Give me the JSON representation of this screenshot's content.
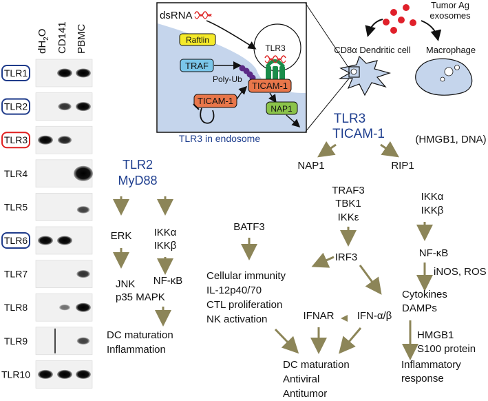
{
  "gel": {
    "lanes": {
      "dh2o_main": "dH",
      "dh2o_sub": "2",
      "dh2o_tail": "O",
      "cd141": "CD141",
      "pbmc": "PBMC"
    },
    "rows": [
      {
        "label": "TLR1",
        "highlight": "blue",
        "bands": [
          0,
          1,
          1
        ]
      },
      {
        "label": "TLR2",
        "highlight": "blue",
        "bands": [
          0,
          0.7,
          1
        ]
      },
      {
        "label": "TLR3",
        "highlight": "red",
        "bands": [
          1,
          0.8,
          0
        ]
      },
      {
        "label": "TLR4",
        "highlight": "none",
        "bands": [
          0,
          0,
          1
        ]
      },
      {
        "label": "TLR5",
        "highlight": "none",
        "bands": [
          0,
          0,
          0.6
        ]
      },
      {
        "label": "TLR6",
        "highlight": "blue",
        "bands": [
          1,
          1,
          0
        ]
      },
      {
        "label": "TLR7",
        "highlight": "none",
        "bands": [
          0,
          0,
          0.7
        ]
      },
      {
        "label": "TLR8",
        "highlight": "none",
        "bands": [
          0,
          0.3,
          1
        ]
      },
      {
        "label": "TLR9",
        "highlight": "none",
        "bands": [
          0,
          0,
          0.6
        ]
      },
      {
        "label": "TLR10",
        "highlight": "none",
        "bands": [
          1,
          1,
          1
        ]
      }
    ]
  },
  "endosome": {
    "dsrna": "dsRNA",
    "raftlin": "Raftlin",
    "tlr3": "TLR3",
    "traf": "TRAF",
    "polyub": "Poly-Ub",
    "ticam_upper": "TICAM-1",
    "ticam_lower": "TICAM-1",
    "nap1": "NAP1",
    "caption": "TLR3 in endosome"
  },
  "cells": {
    "exosome_line1": "Tumor Ag",
    "exosome_line2": "exosomes",
    "dendritic": "CD8α Dendritic cell",
    "macrophage": "Macrophage"
  },
  "tlr2_path": {
    "title1": "TLR2",
    "title2": "MyD88",
    "erk": "ERK",
    "ikka": "IKKα",
    "ikkb": "IKKβ",
    "jnk": "JNK",
    "p35": "p35 MAPK",
    "nfkb": "NF-κB",
    "dc1": "DC maturation",
    "dc2": "Inflammation"
  },
  "tlr3_path": {
    "title1": "TLR3",
    "title2": "TICAM-1",
    "hmgb_dna": "(HMGB1, DNA)",
    "nap1": "NAP1",
    "rip1": "RIP1",
    "traf3": "TRAF3",
    "tbk1": "TBK1",
    "ikke": "IKKε",
    "batf3": "BATF3",
    "irf3": "IRF3",
    "ikka": "IKKα",
    "ikkb": "IKKβ",
    "nfkb": "NF-κB",
    "inos": "iNOS, ROS",
    "cell_immunity": "Cellular immunity",
    "il12": "IL-12p40/70",
    "ctl": "CTL proliferation",
    "nk": "NK activation",
    "ifnar": "IFNAR",
    "ifn": "IFN-α/β",
    "cytokines": "Cytokines",
    "damps": "DAMPs",
    "hmgb1": "HMGB1",
    "s100": "S100 protein",
    "inflam1": "Inflammatory",
    "inflam2": "response",
    "dc_mat": "DC maturation",
    "antiviral": "Antiviral",
    "antitumor": "Antitumor"
  },
  "colors": {
    "olive_arrow": "#8c8558",
    "blue_text": "#1f3f8f",
    "blue_box": "#1f3b8a",
    "red_box": "#e02020",
    "endosome_bg": "#c5d5ec",
    "ticam": "#e8764a",
    "nap1": "#8bc34a",
    "raftlin": "#f5ea2a",
    "traf": "#7ac6ea",
    "tlr3_green": "#1a8c4a"
  }
}
